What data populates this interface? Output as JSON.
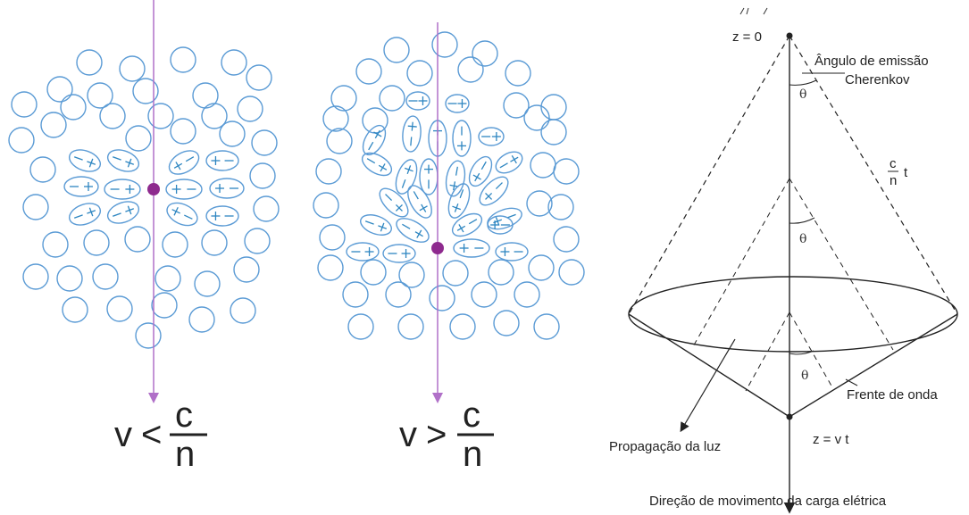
{
  "panel_slow": {
    "v_text": "v",
    "op_text": "<",
    "num_text": "c",
    "den_text": "n"
  },
  "panel_fast": {
    "v_text": "v",
    "op_text": ">",
    "num_text": "c",
    "den_text": "n"
  },
  "cone": {
    "origin_label": "z = 0",
    "angle_label_line1": "Ângulo de emissão",
    "angle_label_line2": "Cherenkov",
    "theta": "θ",
    "side_label_num": "c",
    "side_label_den": "n",
    "side_label_t": "t",
    "wavefront_label": "Frente de onda",
    "light_label": "Propagação da luz",
    "position_label": "z = v t",
    "direction_label": "Direção de movimento da carga elétrica"
  },
  "colors": {
    "atom": "#5b9bd5",
    "sign": "#2e86c1",
    "trajectory": "#b070c8",
    "charge": "#8e2a8e",
    "lines": "#222222"
  }
}
